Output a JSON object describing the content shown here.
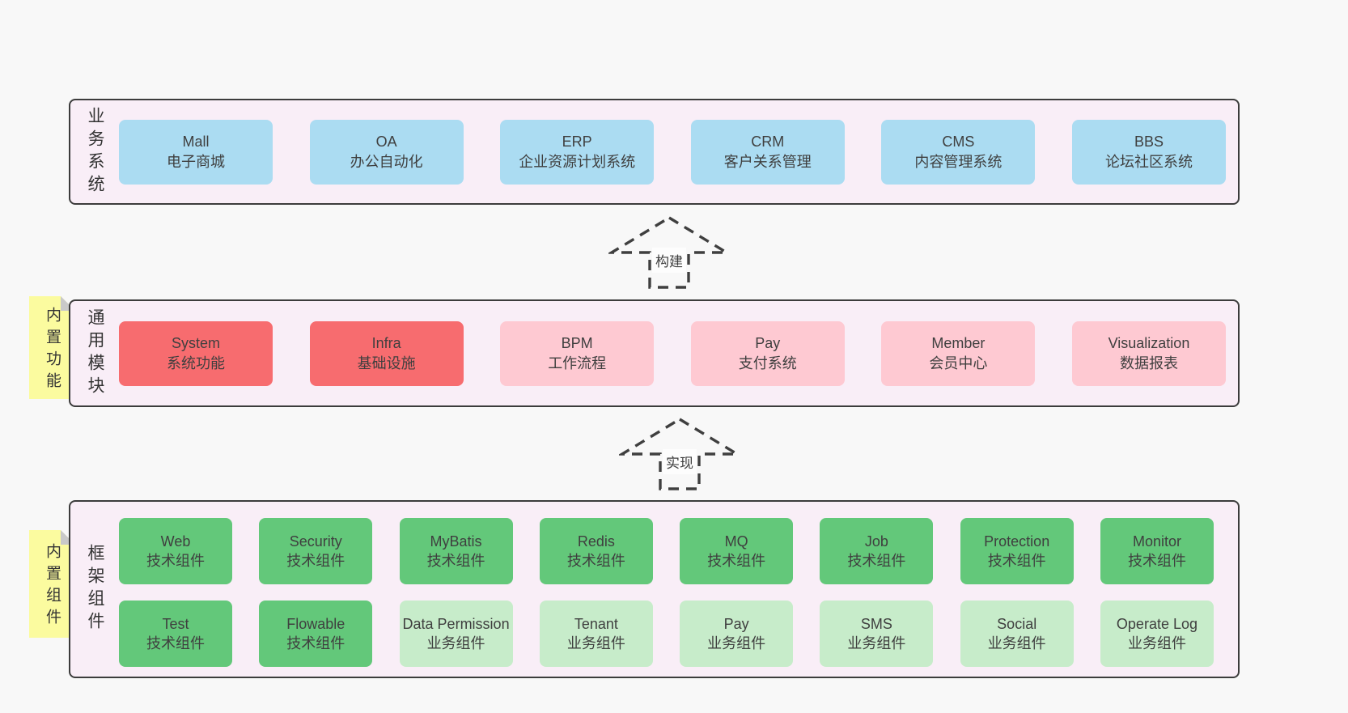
{
  "diagram": {
    "bands": [
      {
        "name": "business-systems",
        "label": "业务系统",
        "boxes": [
          {
            "title": "Mall",
            "subtitle": "电子商城",
            "variant": "blue"
          },
          {
            "title": "OA",
            "subtitle": "办公自动化",
            "variant": "blue"
          },
          {
            "title": "ERP",
            "subtitle": "企业资源计划系统",
            "variant": "blue"
          },
          {
            "title": "CRM",
            "subtitle": "客户关系管理",
            "variant": "blue"
          },
          {
            "title": "CMS",
            "subtitle": "内容管理系统",
            "variant": "blue"
          },
          {
            "title": "BBS",
            "subtitle": "论坛社区系统",
            "variant": "blue"
          }
        ]
      },
      {
        "name": "common-modules",
        "label": "通用模块",
        "sticky": "内置功能",
        "boxes": [
          {
            "title": "System",
            "subtitle": "系统功能",
            "variant": "red"
          },
          {
            "title": "Infra",
            "subtitle": "基础设施",
            "variant": "red"
          },
          {
            "title": "BPM",
            "subtitle": "工作流程",
            "variant": "pink"
          },
          {
            "title": "Pay",
            "subtitle": "支付系统",
            "variant": "pink"
          },
          {
            "title": "Member",
            "subtitle": "会员中心",
            "variant": "pink"
          },
          {
            "title": "Visualization",
            "subtitle": "数据报表",
            "variant": "pink"
          }
        ]
      },
      {
        "name": "framework-components",
        "label": "框架组件",
        "sticky": "内置组件",
        "rows": [
          [
            {
              "title": "Web",
              "subtitle": "技术组件",
              "variant": "green"
            },
            {
              "title": "Security",
              "subtitle": "技术组件",
              "variant": "green"
            },
            {
              "title": "MyBatis",
              "subtitle": "技术组件",
              "variant": "green"
            },
            {
              "title": "Redis",
              "subtitle": "技术组件",
              "variant": "green"
            },
            {
              "title": "MQ",
              "subtitle": "技术组件",
              "variant": "green"
            },
            {
              "title": "Job",
              "subtitle": "技术组件",
              "variant": "green"
            },
            {
              "title": "Protection",
              "subtitle": "技术组件",
              "variant": "green"
            },
            {
              "title": "Monitor",
              "subtitle": "技术组件",
              "variant": "green"
            }
          ],
          [
            {
              "title": "Test",
              "subtitle": "技术组件",
              "variant": "green"
            },
            {
              "title": "Flowable",
              "subtitle": "技术组件",
              "variant": "green"
            },
            {
              "title": "Data Permission",
              "subtitle": "业务组件",
              "variant": "light-green"
            },
            {
              "title": "Tenant",
              "subtitle": "业务组件",
              "variant": "light-green"
            },
            {
              "title": "Pay",
              "subtitle": "业务组件",
              "variant": "light-green"
            },
            {
              "title": "SMS",
              "subtitle": "业务组件",
              "variant": "light-green"
            },
            {
              "title": "Social",
              "subtitle": "业务组件",
              "variant": "light-green"
            },
            {
              "title": "Operate Log",
              "subtitle": "业务组件",
              "variant": "light-green"
            }
          ]
        ]
      }
    ],
    "arrows": [
      {
        "label": "构建"
      },
      {
        "label": "实现"
      }
    ]
  },
  "colors": {
    "canvas_bg": "#f8f8f8",
    "band_bg": "#f9eef7",
    "band_border": "#3c3c3c",
    "blue": "#abdcf2",
    "red": "#f76c6f",
    "pink": "#fec9d2",
    "green": "#63c87a",
    "light_green": "#c7ecca",
    "sticky_yellow": "#fbfb9f",
    "sticky_fold": "#c9c9c9",
    "text": "#3f3f3f"
  }
}
